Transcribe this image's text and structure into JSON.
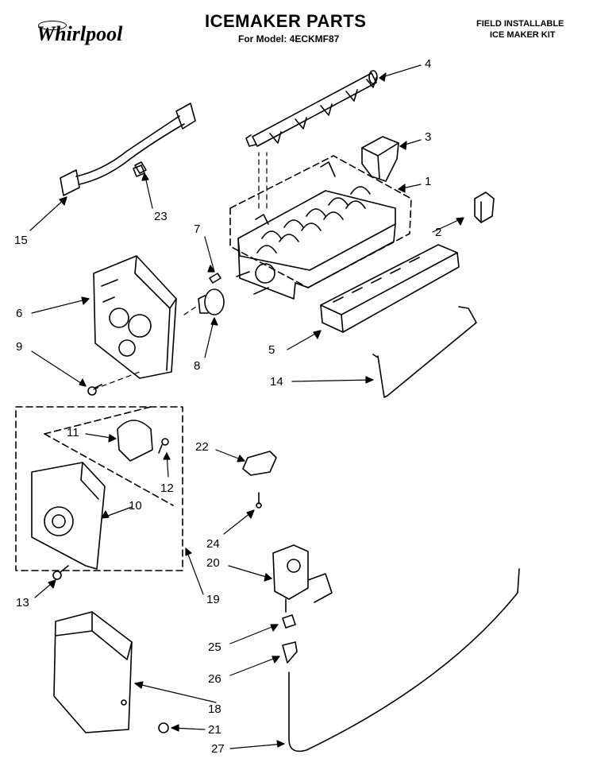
{
  "header": {
    "title": "ICEMAKER PARTS",
    "model_line": "For Model: 4ECKMF87",
    "kit_line1": "FIELD INSTALLABLE",
    "kit_line2": "ICE MAKER KIT",
    "brand": "Whirlpool"
  },
  "callouts": [
    "1",
    "2",
    "3",
    "4",
    "5",
    "6",
    "7",
    "8",
    "9",
    "10",
    "11",
    "12",
    "13",
    "14",
    "15",
    "18",
    "19",
    "20",
    "21",
    "22",
    "23",
    "24",
    "25",
    "26",
    "27"
  ]
}
